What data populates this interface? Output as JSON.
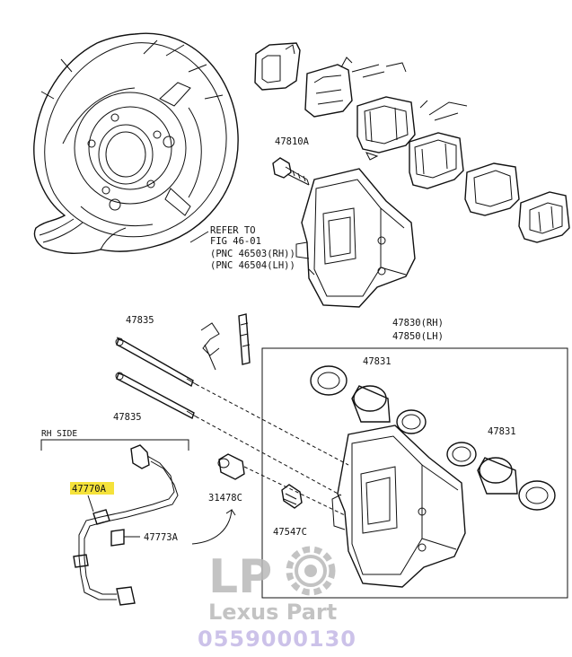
{
  "parts": {
    "p47810a": "47810A",
    "refer_line1": "REFER TO",
    "refer_line2": "FIG 46-01",
    "refer_line3": "(PNC 46503(RH))",
    "refer_line4": "(PNC 46504(LH))",
    "p47835_top": "47835",
    "p47835_bottom": "47835",
    "p47830rh": "47830(RH)",
    "p47850lh": "47850(LH)",
    "p47831_left": "47831",
    "p47831_right": "47831",
    "rh_side": "RH SIDE",
    "p47770a": "47770A",
    "p47773a": "47773A",
    "p31478c": "31478C",
    "p47547c": "47547C"
  },
  "watermark": {
    "logo": "LP",
    "brand": "Lexus Part",
    "phone": "0559000130"
  },
  "colors": {
    "highlight": "#f5e23a",
    "watermark_gray": "#b9b9b9",
    "watermark_phone": "#c4b8e6"
  },
  "icons": {
    "watermark_gear": "gear-icon"
  }
}
